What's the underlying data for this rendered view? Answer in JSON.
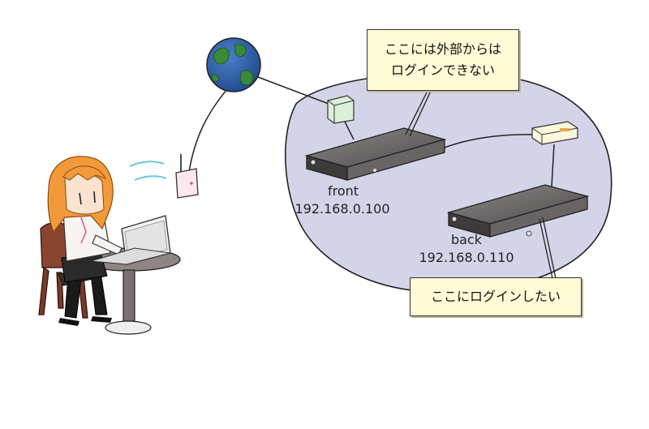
{
  "callouts": {
    "front_note_line1": "ここには外部からは",
    "front_note_line2": "ログインできない",
    "back_note": "ここにログインしたい"
  },
  "servers": {
    "front": {
      "name": "front",
      "ip": "192.168.0.100"
    },
    "back": {
      "name": "back",
      "ip": "192.168.0.110"
    }
  },
  "colors": {
    "network_zone": "#d3d4e8",
    "callout_bg": "#fefbd6",
    "server_body": "#5a5656",
    "globe_ocean": "#2f5fa8",
    "globe_land": "#3a8a3a"
  },
  "icons": [
    "globe-icon",
    "wifi-router-icon",
    "firewall-icon",
    "switch-icon",
    "server-icon",
    "user-illustration"
  ]
}
